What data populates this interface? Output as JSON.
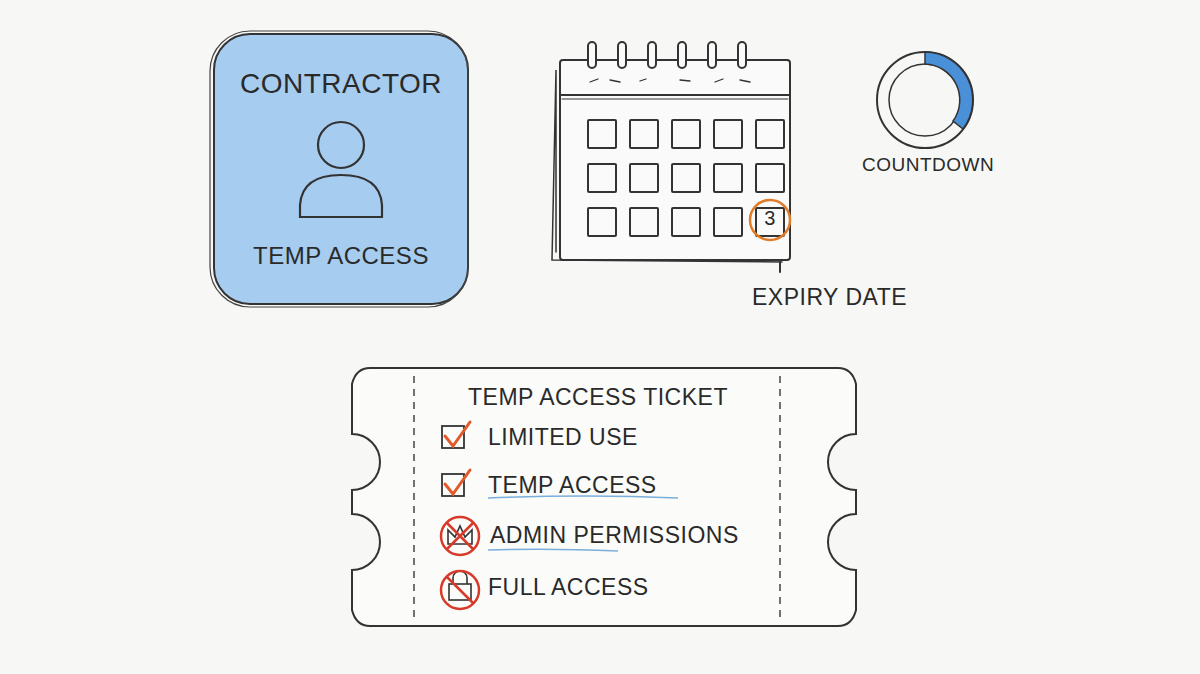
{
  "diagram": {
    "nodes": [
      {
        "text": [
          "CONTRACTOR",
          "TEMP ACCESS"
        ]
      },
      {
        "text": [
          "TEMP ACCESS TICKET",
          "LIMITED USE",
          "TEMP ACCESS",
          "ADMIN PERMISSIONS",
          "FULL ACCESS"
        ]
      }
    ],
    "labels": [
      "3",
      "EXPIRY DATE",
      "COUNTDOWN"
    ]
  }
}
